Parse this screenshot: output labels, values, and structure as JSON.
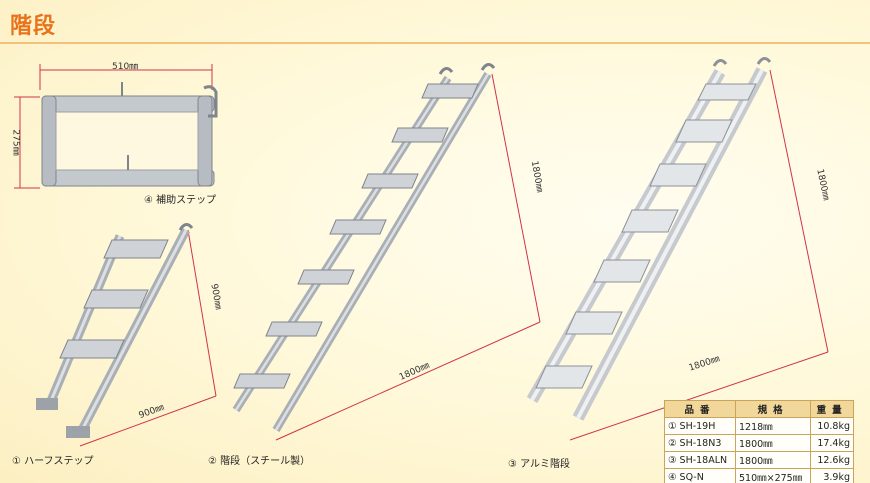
{
  "page": {
    "title": "階段"
  },
  "captions": {
    "item4": "④ 補助ステップ",
    "item1": "① ハーフステップ",
    "item2": "② 階段（スチール製）",
    "item3": "③ アルミ階段"
  },
  "dimensions": {
    "item4_width": "510㎜",
    "item4_height": "275㎜",
    "item1_height": "900㎜",
    "item1_length": "900㎜",
    "item2_height": "1800㎜",
    "item2_length": "1800㎜",
    "item3_height": "1800㎜",
    "item3_length": "1800㎜"
  },
  "spec_table": {
    "headers": [
      "品番",
      "規格",
      "重量"
    ],
    "rows": [
      [
        "① SH-19H",
        "1218㎜",
        "10.8kg"
      ],
      [
        "② SH-18N3",
        "1800㎜",
        "17.4kg"
      ],
      [
        "③ SH-18ALN",
        "1800㎜",
        "12.6kg"
      ],
      [
        "④ SQ-N",
        "510㎜×275㎜",
        "3.9kg"
      ]
    ]
  },
  "colors": {
    "title": "#e8731a",
    "dimension_line": "#d0344a",
    "metal": "#b9bec3"
  }
}
